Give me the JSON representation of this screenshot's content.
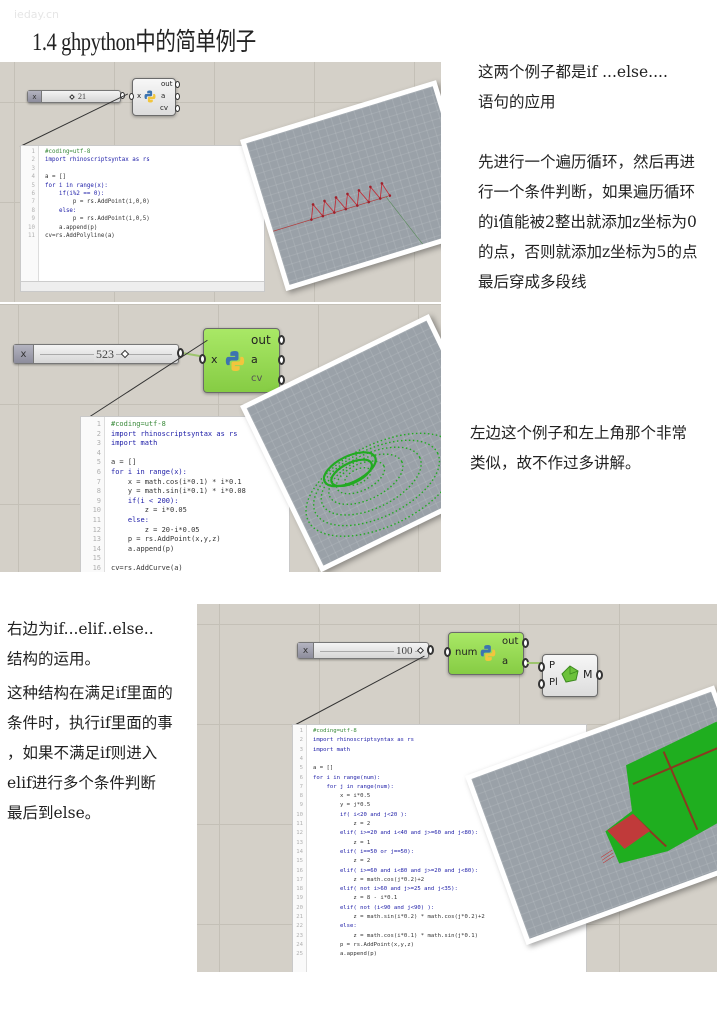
{
  "watermark": "ieday.cn",
  "title": "1.4 ghpython中的简单例子",
  "example1": {
    "slider": {
      "label": "x",
      "value": "21"
    },
    "component": {
      "input": "x",
      "outputs": [
        "out",
        "a",
        "cv"
      ]
    },
    "code": [
      {
        "n": "1",
        "t": "#coding=utf-8"
      },
      {
        "n": "2",
        "t": "import rhinoscriptsyntax as rs"
      },
      {
        "n": "3",
        "t": ""
      },
      {
        "n": "4",
        "t": "a = []"
      },
      {
        "n": "5",
        "t": "for i in range(x):"
      },
      {
        "n": "6",
        "t": "    if(i%2 == 0):"
      },
      {
        "n": "7",
        "t": "        p = rs.AddPoint(i,0,0)"
      },
      {
        "n": "8",
        "t": "    else:"
      },
      {
        "n": "9",
        "t": "        p = rs.AddPoint(i,0,5)"
      },
      {
        "n": "10",
        "t": "    a.append(p)"
      },
      {
        "n": "11",
        "t": "cv=rs.AddPolyline(a)"
      }
    ],
    "description": [
      "这两个例子都是if ...else....",
      "语句的应用",
      "",
      "先进行一个遍历循环，然后再进",
      "行一个条件判断，如果遍历循环",
      "的i值能被2整出就添加z坐标为0",
      "的点，否则就添加z坐标为5的点",
      "最后穿成多段线"
    ]
  },
  "example2": {
    "slider": {
      "label": "x",
      "value": "523"
    },
    "component": {
      "input": "x",
      "outputs": [
        "out",
        "a",
        "cv"
      ]
    },
    "code": [
      {
        "n": "1",
        "t": "#coding=utf-8"
      },
      {
        "n": "2",
        "t": "import rhinoscriptsyntax as rs"
      },
      {
        "n": "3",
        "t": "import math"
      },
      {
        "n": "4",
        "t": ""
      },
      {
        "n": "5",
        "t": "a = []"
      },
      {
        "n": "6",
        "t": "for i in range(x):"
      },
      {
        "n": "7",
        "t": "    x = math.cos(i*0.1) * i*0.1"
      },
      {
        "n": "8",
        "t": "    y = math.sin(i*0.1) * i*0.08"
      },
      {
        "n": "9",
        "t": "    if(i < 200):"
      },
      {
        "n": "10",
        "t": "        z = i*0.05"
      },
      {
        "n": "11",
        "t": "    else:"
      },
      {
        "n": "12",
        "t": "        z = 20-i*0.05"
      },
      {
        "n": "13",
        "t": "    p = rs.AddPoint(x,y,z)"
      },
      {
        "n": "14",
        "t": "    a.append(p)"
      },
      {
        "n": "15",
        "t": ""
      },
      {
        "n": "16",
        "t": "cv=rs.AddCurve(a)"
      }
    ],
    "description": [
      "左边这个例子和左上角那个非常",
      "类似，故不作过多讲解。"
    ]
  },
  "example3": {
    "slider": {
      "label": "x",
      "value": "100"
    },
    "component": {
      "input": "num",
      "outputs": [
        "out",
        "a"
      ]
    },
    "mesh_component": {
      "inputs": [
        "P",
        "Pl"
      ],
      "output": "M"
    },
    "code": [
      {
        "n": "1",
        "t": "#coding=utf-8"
      },
      {
        "n": "2",
        "t": "import rhinoscriptsyntax as rs"
      },
      {
        "n": "3",
        "t": "import math"
      },
      {
        "n": "4",
        "t": ""
      },
      {
        "n": "5",
        "t": "a = []"
      },
      {
        "n": "6",
        "t": "for i in range(num):"
      },
      {
        "n": "7",
        "t": "    for j in range(num):"
      },
      {
        "n": "8",
        "t": "        x = i*0.5"
      },
      {
        "n": "9",
        "t": "        y = j*0.5"
      },
      {
        "n": "10",
        "t": "        if( i<20 and j<20 ):"
      },
      {
        "n": "11",
        "t": "            z = 2"
      },
      {
        "n": "12",
        "t": "        elif( i>=20 and i<40 and j>=60 and j<80):"
      },
      {
        "n": "13",
        "t": "            z = 1"
      },
      {
        "n": "14",
        "t": "        elif( i==50 or j==50):"
      },
      {
        "n": "15",
        "t": "            z = 2"
      },
      {
        "n": "16",
        "t": "        elif( i>=60 and i<80 and j>=20 and j<80):"
      },
      {
        "n": "17",
        "t": "            z = math.cos(j*0.2)+2"
      },
      {
        "n": "18",
        "t": "        elif( not i>60 and j>=25 and j<35):"
      },
      {
        "n": "19",
        "t": "            z = 8 - i*0.1"
      },
      {
        "n": "20",
        "t": "        elif( not (i<90 and j<90) ):"
      },
      {
        "n": "21",
        "t": "            z = math.sin(i*0.2) * math.cos(j*0.2)+2"
      },
      {
        "n": "22",
        "t": "        else:"
      },
      {
        "n": "23",
        "t": "            z = math.cos(i*0.1) * math.sin(j*0.1)"
      },
      {
        "n": "24",
        "t": "        p = rs.AddPoint(x,y,z)"
      },
      {
        "n": "25",
        "t": "        a.append(p)"
      }
    ],
    "description": [
      "右边为if...elif..else..",
      "结构的运用。",
      "这种结构在满足if里面的",
      "条件时，执行if里面的事",
      "，如果不满足if则进入",
      "elif进行多个条件判断",
      "最后到else。"
    ]
  },
  "colors": {
    "canvas": "#d4d0c8",
    "component_green": "#96d957",
    "viewport": "#9aa1a8",
    "polyline_red": "#c0303a",
    "spiral_green": "#22aa22",
    "mesh_green": "#1fae1f"
  }
}
